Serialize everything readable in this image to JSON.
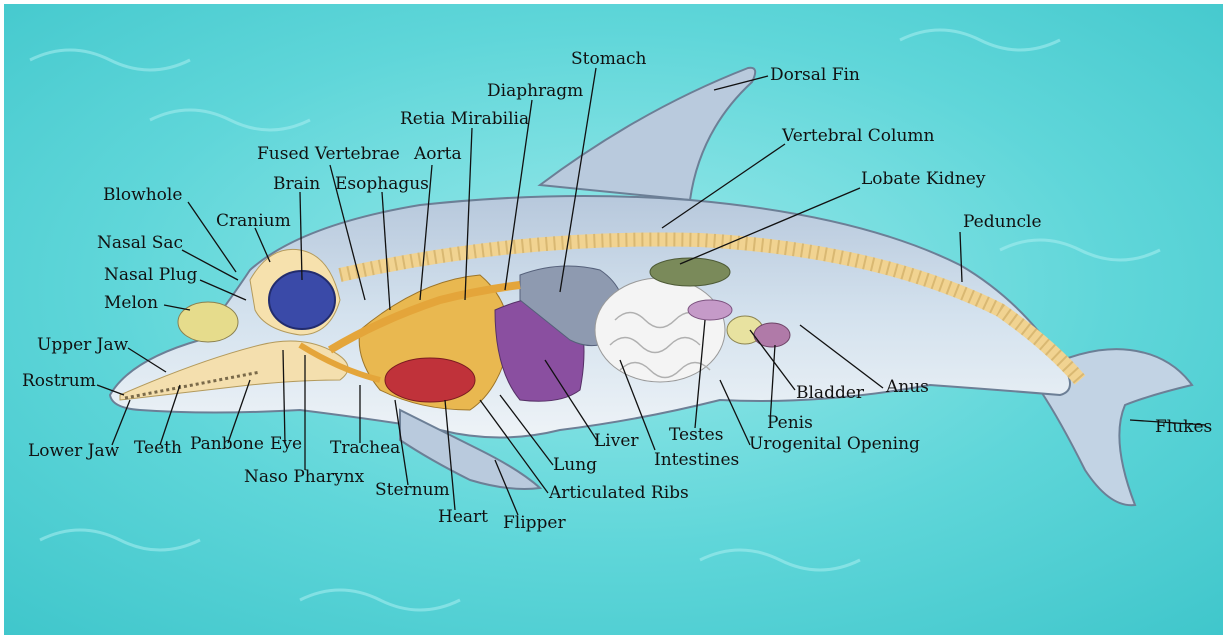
{
  "colors": {
    "water": "#4fd0d4",
    "water_light": "#8ee6e6",
    "body": "#c5d6e6",
    "skeleton": "#f2d99a",
    "brain": "#3a4aa8",
    "liver": "#8a4fa0",
    "stomach": "#8e9ab0",
    "intestines": "#f4f4f4",
    "lung": "#e8b24a",
    "heart": "#c0323a",
    "kidney": "#7a8a5a"
  },
  "labels": {
    "stomach": "Stomach",
    "diaphragm": "Diaphragm",
    "dorsal_fin": "Dorsal Fin",
    "retia_mirabilia": "Retia Mirabilia",
    "vertebral_column": "Vertebral Column",
    "fused_vertebrae": "Fused Vertebrae",
    "aorta": "Aorta",
    "brain": "Brain",
    "esophagus": "Esophagus",
    "lobate_kidney": "Lobate Kidney",
    "blowhole": "Blowhole",
    "cranium": "Cranium",
    "peduncle": "Peduncle",
    "nasal_sac": "Nasal Sac",
    "nasal_plug": "Nasal Plug",
    "melon": "Melon",
    "upper_jaw": "Upper Jaw",
    "rostrum": "Rostrum",
    "bladder": "Bladder",
    "anus": "Anus",
    "penis": "Penis",
    "lower_jaw": "Lower Jaw",
    "teeth": "Teeth",
    "panbone": "Panbone",
    "eye": "Eye",
    "trachea": "Trachea",
    "liver": "Liver",
    "testes": "Testes",
    "urogenital_opening": "Urogenital Opening",
    "flukes": "Flukes",
    "intestines": "Intestines",
    "lung": "Lung",
    "naso_pharynx": "Naso Pharynx",
    "sternum": "Sternum",
    "articulated_ribs": "Articulated Ribs",
    "heart": "Heart",
    "flipper": "Flipper"
  }
}
